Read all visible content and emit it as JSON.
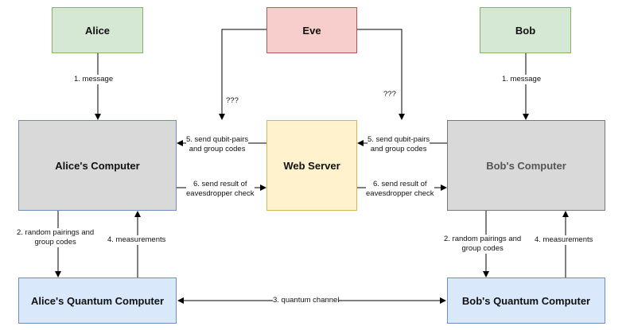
{
  "nodes": {
    "alice": "Alice",
    "eve": "Eve",
    "bob": "Bob",
    "alice_computer": "Alice's Computer",
    "web_server": "Web Server",
    "bob_computer": "Bob's Computer",
    "alice_quantum": "Alice's Quantum Computer",
    "bob_quantum": "Bob's Quantum Computer"
  },
  "edges": {
    "alice_message": "1. message",
    "bob_message": "1. message",
    "eve_left": "???",
    "eve_right": "???",
    "send_left_1": "5. send qubit-pairs",
    "send_left_2": "and group codes",
    "send_right_1": "5. send qubit-pairs",
    "send_right_2": "and group codes",
    "result_left_1": "6. send result of",
    "result_left_2": "eavesdropper check",
    "result_right_1": "6. send result of",
    "result_right_2": "eavesdropper check",
    "pair_left_1": "2. random pairings and",
    "pair_left_2": "group codes",
    "pair_right_1": "2. random pairings and",
    "pair_right_2": "group codes",
    "meas_left": "4. measurements",
    "meas_right": "4. measurements",
    "quantum_channel": "3. quantum channel"
  }
}
